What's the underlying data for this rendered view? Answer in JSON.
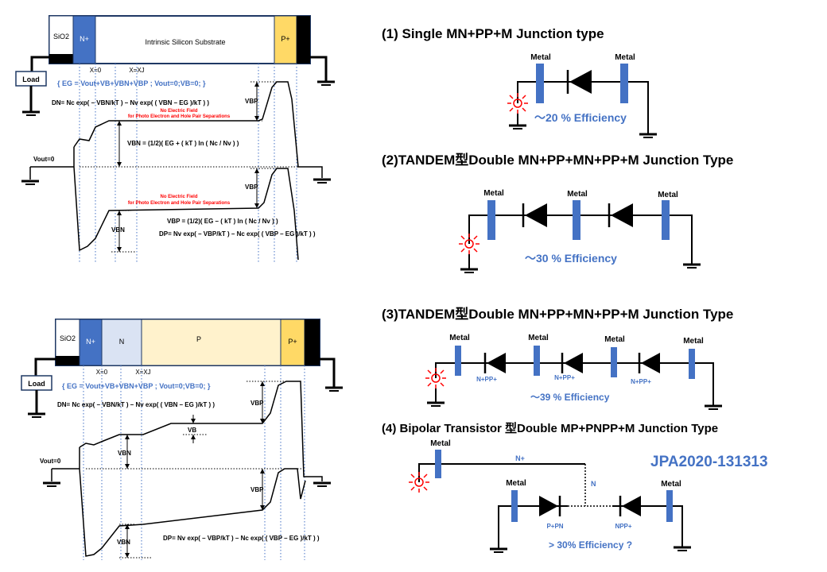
{
  "colors": {
    "n_region": "#4472C4",
    "p_plus_region": "#FFD966",
    "n_light": "#DAE3F3",
    "p_light": "#FFF2CC",
    "blue_text": "#4472C4",
    "red_text": "#FF0000",
    "frame": "#1F3864"
  },
  "top_device": {
    "sio2": "SiO2",
    "n_plus": "N+",
    "substrate": "Intrinsic Silicon Substrate",
    "p_plus": "P+",
    "x0": "X=0",
    "xj": "X=XJ",
    "load": "Load",
    "eg_eq": "{ EG = Vout+VB+VBN+VBP ; Vout=0;VB=0; }",
    "dn_eq": "DN= Nc exp( – VBN/kT ) – Nv exp( ( VBN – EG )/kT ) )",
    "no_field_1": "No Electric Field",
    "no_field_2": "for Photo Electron and Hole Pair Separations",
    "vbn_eq": "VBN = (1/2)( EG + ( kT ) ln ( Nc / Nv ) )",
    "vbp_eq": "VBP = (1/2)( EG – ( kT ) ln ( Nc / Nv ) )",
    "dp_eq": "DP= Nv exp( – VBP/kT ) – Nc exp( ( VBP – EG )/kT ) )",
    "vout": "Vout=0",
    "vbp": "VBP",
    "vbn": "VBN"
  },
  "bottom_device": {
    "sio2": "SiO2",
    "n_plus": "N+",
    "n": "N",
    "p": "P",
    "p_plus": "P+",
    "x0": "X=0",
    "xj": "X=XJ",
    "load": "Load",
    "eg_eq": "{ EG = Vout+VB+VBN+VBP ; Vout=0;VB=0; }",
    "dn_eq": "DN= Nc exp( – VBN/kT ) – Nv exp( ( VBN – EG )/kT ) )",
    "dp_eq": "DP= Nv exp( – VBP/kT ) – Nc exp( ( VBP – EG )/kT ) )",
    "vout": "Vout=0",
    "vbp": "VBP",
    "vb": "VB",
    "vbn": "VBN"
  },
  "circuits": {
    "c1_title": "(1) Single MN+PP+M Junction type",
    "c1_metal": "Metal",
    "c1_eff": "～20 % Efficiency",
    "c2_title": "(2)TANDEM型Double MN+PP+MN+PP+M Junction Type",
    "c2_metal": "Metal",
    "c2_eff": "～30 % Efficiency",
    "c3_title": "(3)TANDEM型Double MN+PP+MN+PP+M Junction Type",
    "c3_metal": "Metal",
    "c3_label": "N+PP+",
    "c3_eff": "～39 % Efficiency",
    "c4_title": "(4) Bipolar Transistor 型Double MP+PNPP+M Junction Type",
    "c4_metal": "Metal",
    "c4_nplus": "N+",
    "c4_n": "N",
    "c4_ppn": "P+PN",
    "c4_npp": "NPP+",
    "c4_eff": "> 30% Efficiency ?",
    "patent": "JPA2020-131313"
  }
}
